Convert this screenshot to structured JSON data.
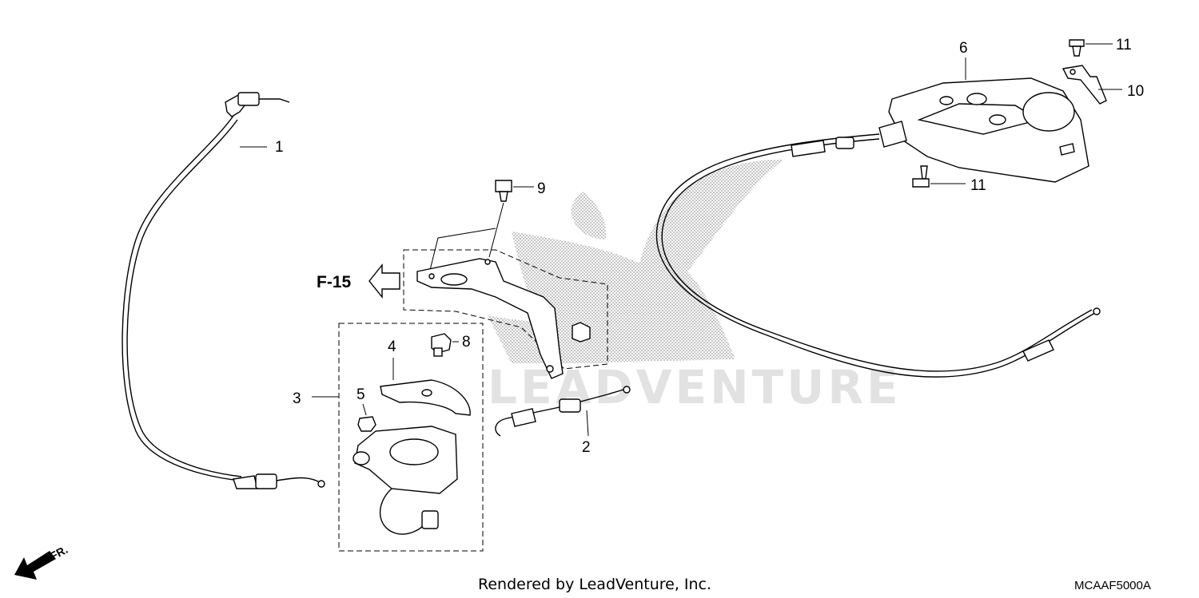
{
  "callouts": {
    "c1": "1",
    "c2": "2",
    "c3": "3",
    "c4": "4",
    "c5": "5",
    "c6": "6",
    "c8": "8",
    "c9": "9",
    "c10": "10",
    "c11a": "11",
    "c11b": "11"
  },
  "reference": {
    "label": "F-15"
  },
  "direction": {
    "label": "FR."
  },
  "footer": {
    "credit": "Rendered by LeadVenture, Inc.",
    "code": "MCAAF5000A"
  },
  "watermark": {
    "text": "LEADVENTURE",
    "color": "#c8c8c8"
  },
  "icons": [
    "front-direction-arrow-icon",
    "reference-arrow-icon",
    "brand-wing-watermark"
  ]
}
